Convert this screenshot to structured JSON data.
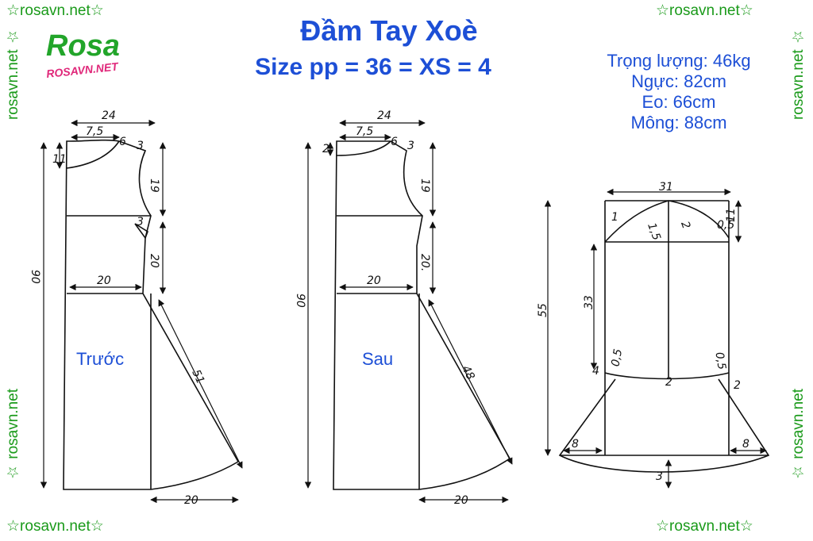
{
  "title": "Đầm Tay Xoè",
  "subtitle": "Size pp = 36 = XS = 4",
  "measurements": [
    "Trọng lượng: 46kg",
    "Ngực: 82cm",
    "Eo: 66cm",
    "Mông: 88cm"
  ],
  "watermark": "rosavn.net",
  "logo": {
    "text": "Rosa",
    "subtext": "ROSAVN.NET"
  },
  "panels": {
    "front": "Trước",
    "back": "Sau"
  },
  "dims": {
    "front": {
      "width": "24",
      "neck": "7,5",
      "shoulder": "6",
      "shoulder_drop": "3",
      "neck_depth": "11",
      "armhole": "19",
      "dart": "3",
      "waist_len": "20",
      "hip": "20",
      "total": "90",
      "side": "51",
      "hem": "20"
    },
    "back": {
      "width": "24",
      "neck": "7,5",
      "shoulder": "6",
      "shoulder_drop": "3",
      "neck_depth": "2",
      "armhole": "19",
      "waist_len": "20.",
      "hip": "20",
      "total": "90",
      "side": "48",
      "hem": "20"
    },
    "sleeve": {
      "width": "31",
      "cap_left": "1,5",
      "cap_right": "2",
      "corner_left": "1",
      "corner_right": "0,5",
      "cap_height": "11",
      "body": "33",
      "total": "55",
      "cuff_left": "0,5",
      "cuff_right": "0,5",
      "bottom_curve": "2",
      "side_left": "4",
      "side_right": "2",
      "flare_left": "8",
      "flare_right": "8",
      "hem_drop": "3"
    }
  },
  "colors": {
    "title": "#1d4fd6",
    "watermark": "#1a9a1a",
    "logo_green": "#22a52a",
    "logo_pink": "#e0287a"
  }
}
